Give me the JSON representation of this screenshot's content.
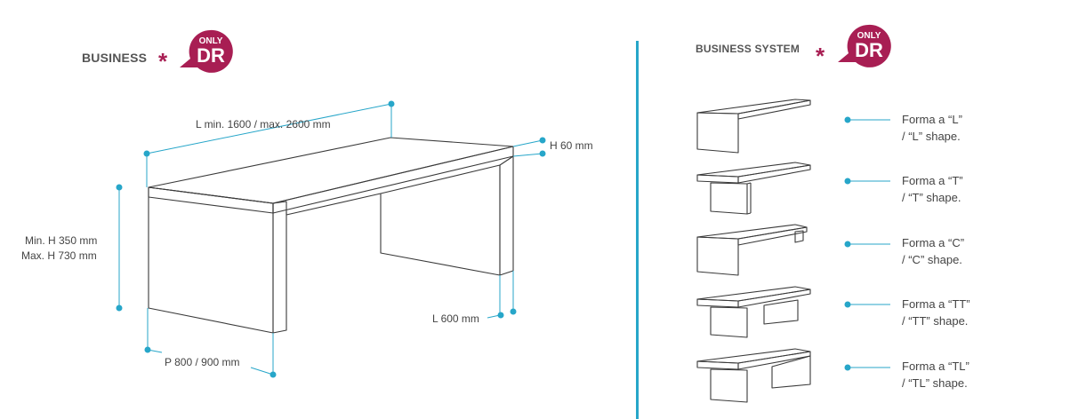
{
  "left_panel": {
    "title": "BUSINESS",
    "badge": {
      "top": "ONLY",
      "bottom": "DR"
    },
    "dimensions": {
      "length": "L min. 1600 / max. 2600 mm",
      "height_top": "H 60 mm",
      "height_min": "Min. H 350 mm",
      "height_max": "Max. H 730 mm",
      "width": "L 600 mm",
      "depth": "P 800 / 900 mm"
    }
  },
  "right_panel": {
    "title": "BUSINESS SYSTEM",
    "badge": {
      "top": "ONLY",
      "bottom": "DR"
    },
    "shapes": [
      {
        "line1": "Forma a “L”",
        "line2": "/ “L” shape."
      },
      {
        "line1": "Forma a “T”",
        "line2": "/ “T” shape."
      },
      {
        "line1": "Forma a “C”",
        "line2": "/ “C” shape."
      },
      {
        "line1": "Forma a “TT”",
        "line2": "/ “TT” shape."
      },
      {
        "line1": "Forma a “TL”",
        "line2": "/ “TL” shape."
      }
    ]
  },
  "colors": {
    "accent": "#27a6c9",
    "brand": "#a81e53",
    "line": "#3a3a3a"
  },
  "icons": [
    "asterisk-icon",
    "only-dr-badge-icon"
  ]
}
